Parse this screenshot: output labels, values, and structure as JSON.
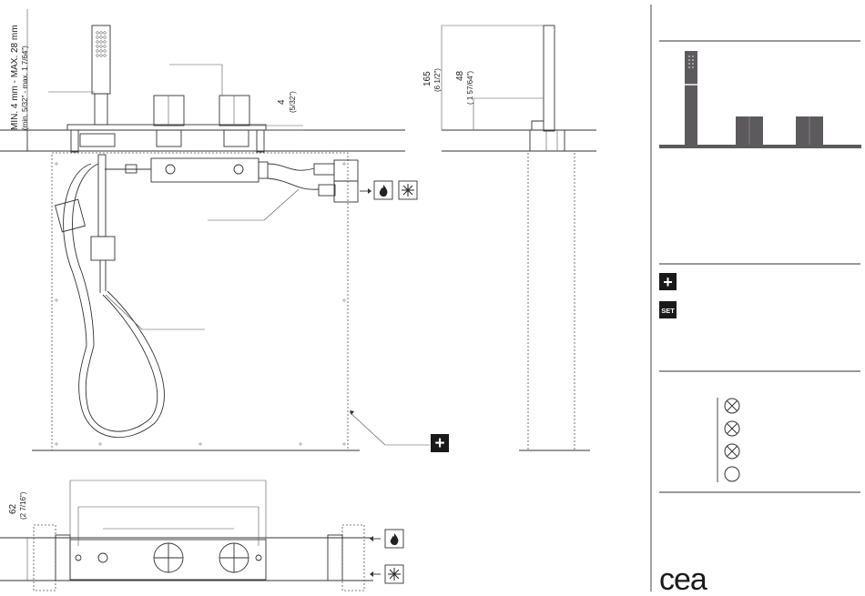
{
  "dimensions": {
    "wall_thickness_main": "MIN. 4 mm - MAX. 28 mm",
    "wall_thickness_imperial": "(min. 5/32\" - max. 1 7/64\")",
    "handle_projection": "4",
    "handle_projection_imperial": "(5/32\")",
    "spout_height": "165",
    "spout_height_imperial": "(6 1/2\")",
    "outlet_height": "48",
    "outlet_height_imperial": "( 1 57/64\")",
    "plate_depth": "62",
    "plate_depth_imperial": "(2 7/16\")"
  },
  "icons": {
    "plus_label": "+",
    "set_label": "SET"
  },
  "brand": {
    "logo_text": "cea"
  },
  "colors": {
    "finish_swatch": "#5d5a5e",
    "icon_fill": "#1a1a1a"
  }
}
